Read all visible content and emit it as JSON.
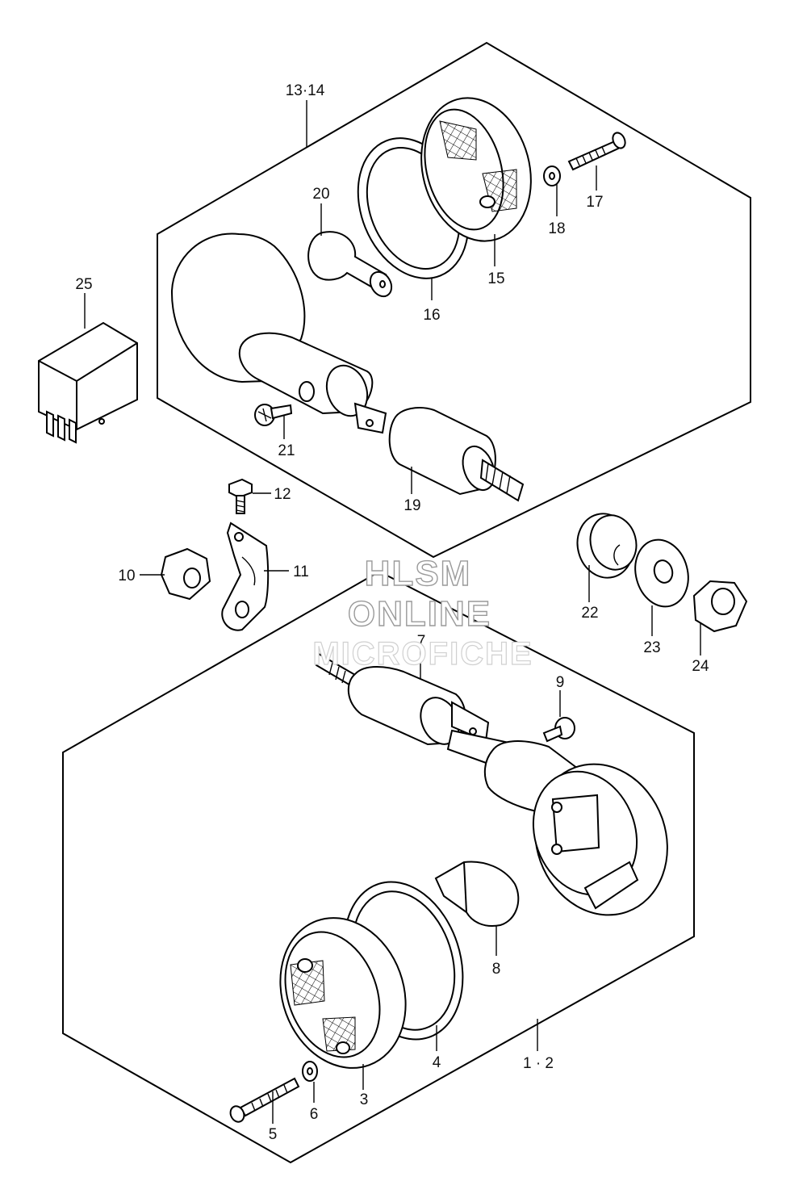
{
  "labels": {
    "l13_14": "13·14",
    "l20": "20",
    "l16": "16",
    "l15": "15",
    "l18": "18",
    "l17": "17",
    "l25": "25",
    "l21": "21",
    "l19": "19",
    "l12": "12",
    "l10": "10",
    "l11": "11",
    "l22": "22",
    "l23": "23",
    "l24": "24",
    "l7": "7",
    "l9": "9",
    "l8": "8",
    "l4": "4",
    "l1_2": "1 · 2",
    "l3": "3",
    "l6": "6",
    "l5": "5"
  },
  "watermark": {
    "line1": "HLSM",
    "line2": "ONLINE",
    "line3": "MICROFICHE"
  }
}
